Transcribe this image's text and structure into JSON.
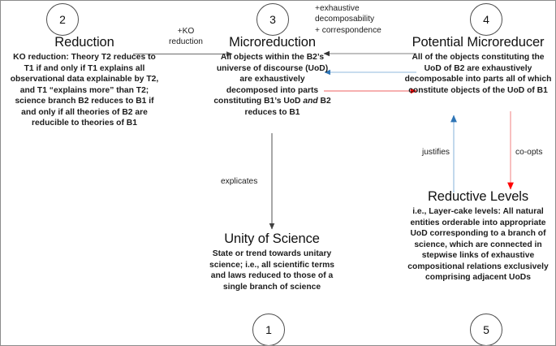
{
  "diagram": {
    "title": "Reduction, Microreduction, Potential Microreducer, Unity of Science, Reductive Levels",
    "colors": {
      "gray_arrow": "#808080",
      "blue_arrow": "#a8c8e4",
      "blue_arrow_head": "#2e75b6",
      "red_arrow": "#f08080",
      "red_arrow_head": "#ff0000",
      "black_arrow": "#595959",
      "circle_stroke": "#4d4d4d",
      "text": "#1c1c1c",
      "background": "#ffffff"
    },
    "nodes": [
      {
        "id": "reduction",
        "number": "2",
        "title": "Reduction",
        "body": "KO reduction: Theory T2 reduces to T1 if and only if T1 explains all observational data explainable by T2, and T1 “explains more” than T2; science branch B2 reduces to B1 if and only if all theories of B2 are reducible to theories of B1"
      },
      {
        "id": "microreduction",
        "number": "3",
        "title": "Microreduction",
        "body_part1": "All objects within the B2’s universe of discourse (UoD) are exhaustively decomposed into parts constituting B1’s UoD ",
        "body_italic": "and",
        "body_part2": " B2 reduces to B1"
      },
      {
        "id": "potential-microreducer",
        "number": "4",
        "title": "Potential Microreducer",
        "body": "All of the objects constituting the UoD of B2 are exhaustively decomposable into parts all of which constitute objects of the UoD of B1"
      },
      {
        "id": "unity-of-science",
        "number": "1",
        "title": "Unity of Science",
        "body": "State or trend towards unitary science; i.e., all scientific terms and laws reduced to those of a single branch of science"
      },
      {
        "id": "reductive-levels",
        "number": "5",
        "title": "Reductive Levels",
        "body": "i.e., Layer-cake levels: All natural entities orderable into appropriate UoD corresponding to a branch of science, which are connected in stepwise links of exhaustive compositional relations exclusively comprising adjacent UoDs"
      }
    ],
    "edges": [
      {
        "id": "ko-reduction",
        "label_line1": "+KO",
        "label_line2": "reduction",
        "from": "reduction",
        "to": "microreduction",
        "color": "gray",
        "direction": "right"
      },
      {
        "id": "exhaustive-decomposability",
        "label_line1": "+exhaustive",
        "label_line2": "decomposability",
        "label_line3": "+ correspondence",
        "from": "potential-microreducer",
        "to": "microreduction",
        "color": "gray",
        "direction": "left"
      },
      {
        "id": "blue-link",
        "label": "",
        "from": "potential-microreducer",
        "to": "microreduction",
        "color": "blue",
        "direction": "left"
      },
      {
        "id": "red-link",
        "label": "",
        "from": "microreduction",
        "to": "potential-microreducer",
        "color": "red",
        "direction": "right"
      },
      {
        "id": "explicates",
        "label": "explicates",
        "from": "microreduction",
        "to": "unity-of-science",
        "color": "black",
        "direction": "down"
      },
      {
        "id": "justifies",
        "label": "justifies",
        "from": "reductive-levels",
        "to": "potential-microreducer",
        "color": "blue",
        "direction": "up"
      },
      {
        "id": "co-opts",
        "label": "co-opts",
        "from": "potential-microreducer",
        "to": "reductive-levels",
        "color": "red",
        "direction": "down"
      }
    ]
  }
}
